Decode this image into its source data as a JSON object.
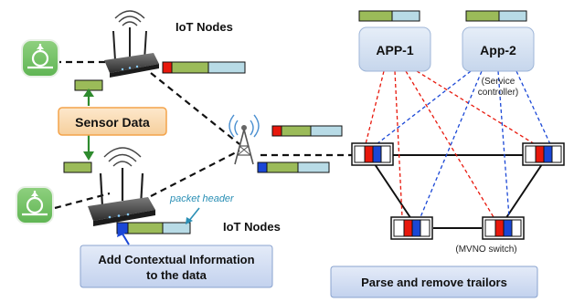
{
  "labels": {
    "iot_nodes_top": "IoT Nodes",
    "iot_nodes_bottom": "IoT Nodes",
    "sensor_data": "Sensor Data",
    "app1": "APP-1",
    "app2": "App-2",
    "service_controller_line1": "(Service",
    "service_controller_line2": "controller)",
    "packet_header": "packet header",
    "add_context_line1": "Add Contextual Information",
    "add_context_line2": "to the data",
    "mvno_switch": "(MVNO switch)",
    "parse_remove": "Parse and remove trailors"
  },
  "icons": {
    "sensor_node": "sensor-node-icon",
    "router": "wifi-router-icon",
    "antenna": "cell-tower-icon",
    "switch": "network-switch-icon"
  },
  "colors": {
    "packet_green": "#9bbb59",
    "packet_blue": "#b8dbe6",
    "packet_red": "#e8180c",
    "packet_dark_blue": "#1a47d6",
    "app_box": "#d8e4f4",
    "sensor_box": "#f9dcb7",
    "sensor_border": "#f4a34a",
    "context_box": "#cdd9f0",
    "sensor_icon": "#6fbe65"
  }
}
